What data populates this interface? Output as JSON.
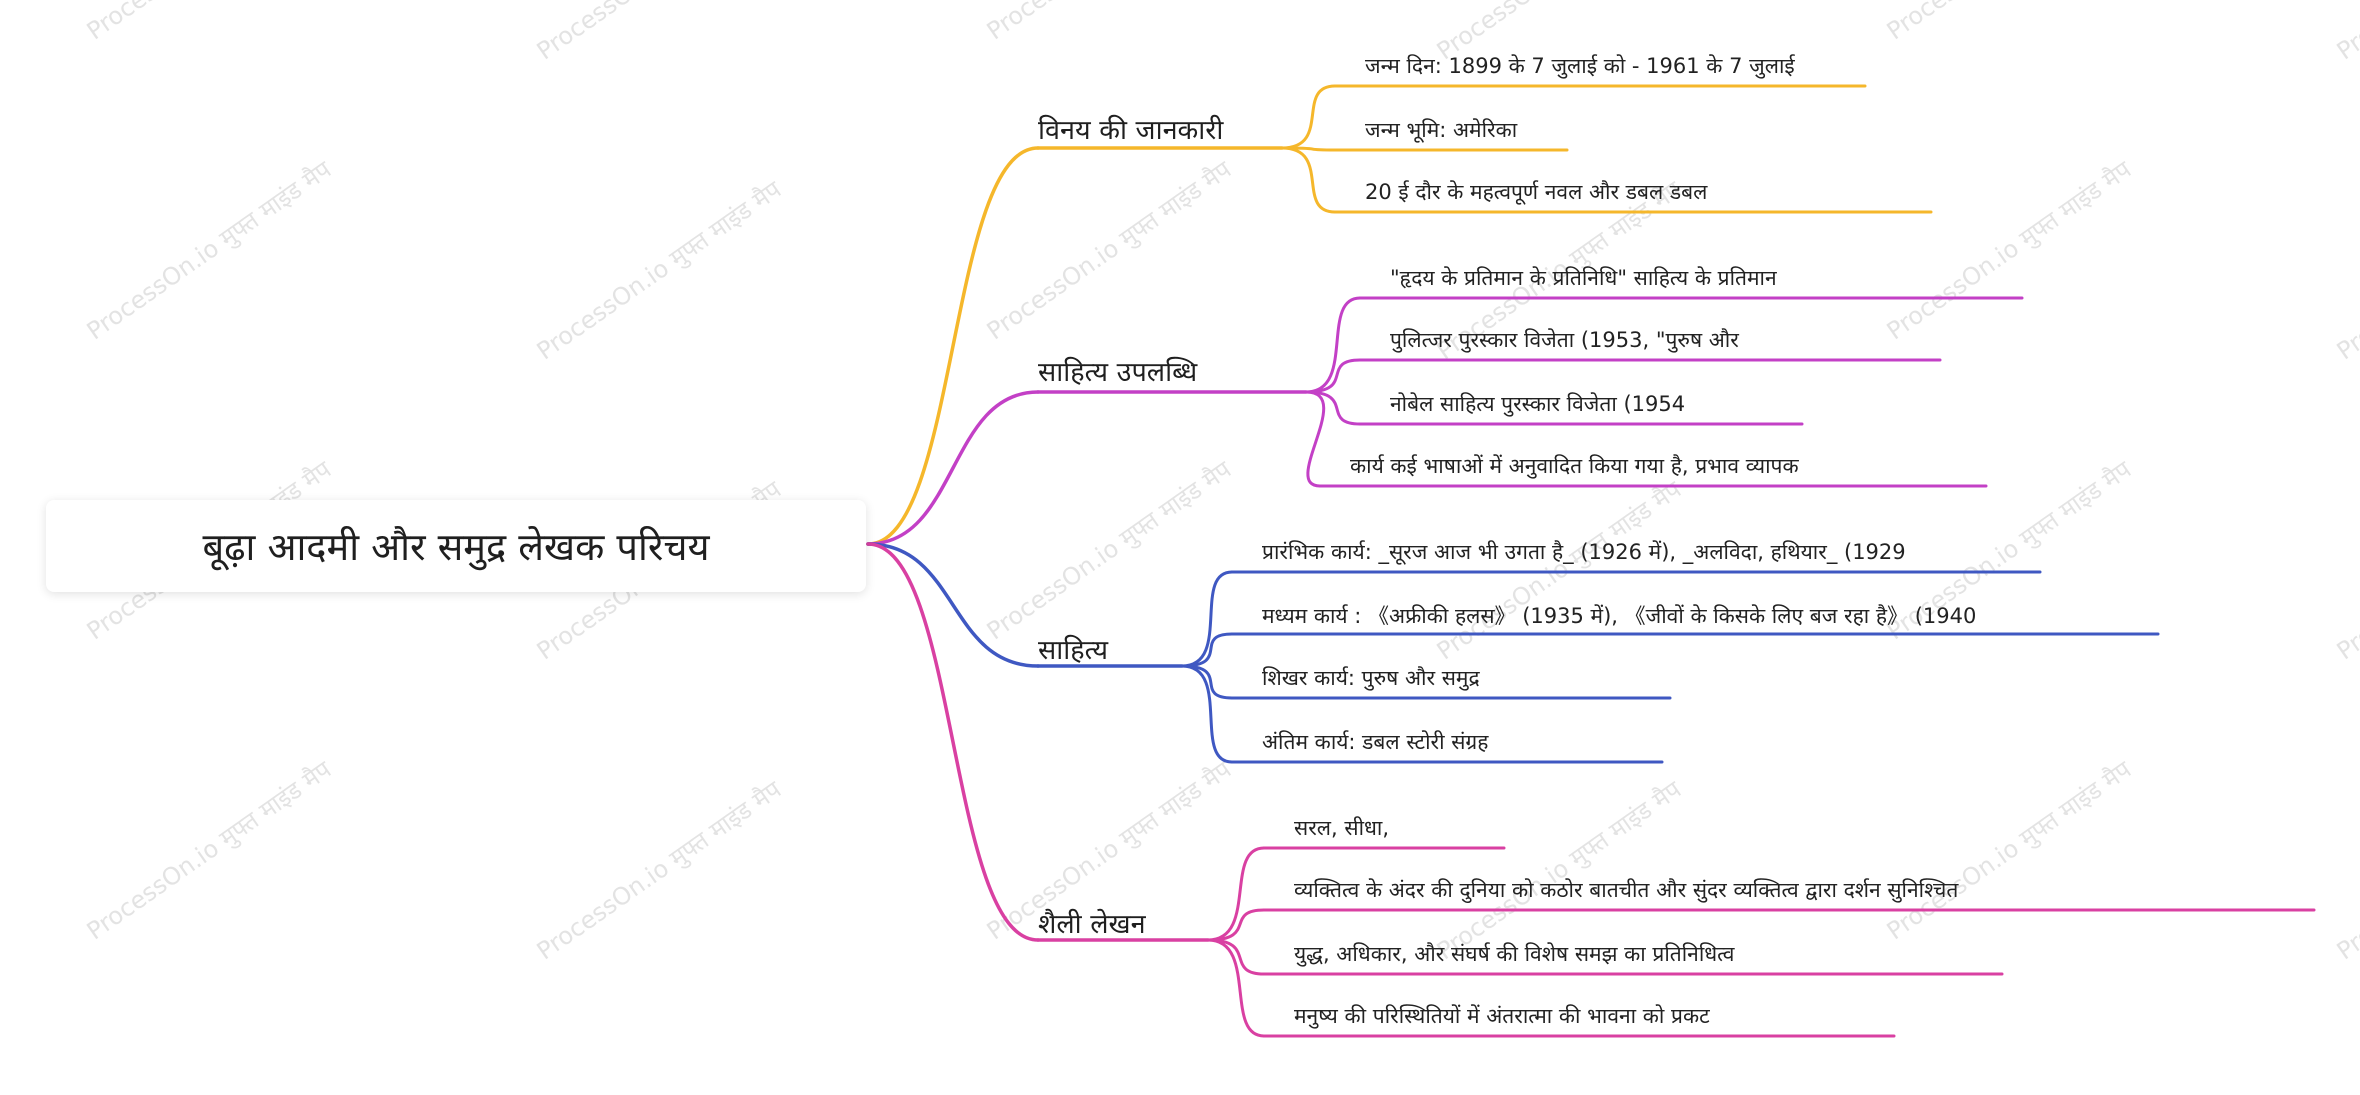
{
  "watermark_text": "ProcessOn.io मुफ्त माइंड मैप",
  "root": {
    "label": "बूढ़ा आदमी और समुद्र लेखक परिचय"
  },
  "branches": [
    {
      "label": "विनय की जानकारी",
      "color": "#f5b72b",
      "children": [
        "जन्म दिन: 1899 के 7 जुलाई को - 1961 के 7 जुलाई",
        "जन्म भूमि: अमेरिका",
        "20 ई दौर के महत्वपूर्ण नवल और डबल डबल"
      ]
    },
    {
      "label": "साहित्य उपलब्धि",
      "color": "#c340c6",
      "children": [
        "\"हृदय के प्रतिमान के प्रतिनिधि\" साहित्य के प्रतिमान",
        "पुलित्जर पुरस्कार विजेता (1953, \"पुरुष और",
        "नोबेल साहित्य पुरस्कार विजेता (1954",
        "कार्य कई भाषाओं में अनुवादित किया गया है, प्रभाव व्यापक"
      ]
    },
    {
      "label": "साहित्य",
      "color": "#3f58c2",
      "children": [
        "प्रारंभिक कार्य: _सूरज आज भी उगता है_ (1926 में), _अलविदा, हथियार_ (1929",
        "मध्यम कार्य : 《अफ्रीकी हलस》 (1935 में), 《जीवों के किसके लिए बज रहा है》 (1940",
        "शिखर कार्य: पुरुष और समुद्र",
        "अंतिम कार्य: डबल स्टोरी संग्रह"
      ]
    },
    {
      "label": "शैली लेखन",
      "color": "#d940a2",
      "children": [
        "सरल, सीधा,",
        "व्यक्तित्व के अंदर की दुनिया को कठोर बातचीत और सुंदर व्यक्तित्व द्वारा दर्शन सुनिश्चित",
        "युद्ध, अधिकार, और संघर्ष की विशेष समझ का प्रतिनिधित्व",
        "मनुष्य की परिस्थितियों में अंतरात्मा की भावना को प्रकट"
      ]
    }
  ]
}
